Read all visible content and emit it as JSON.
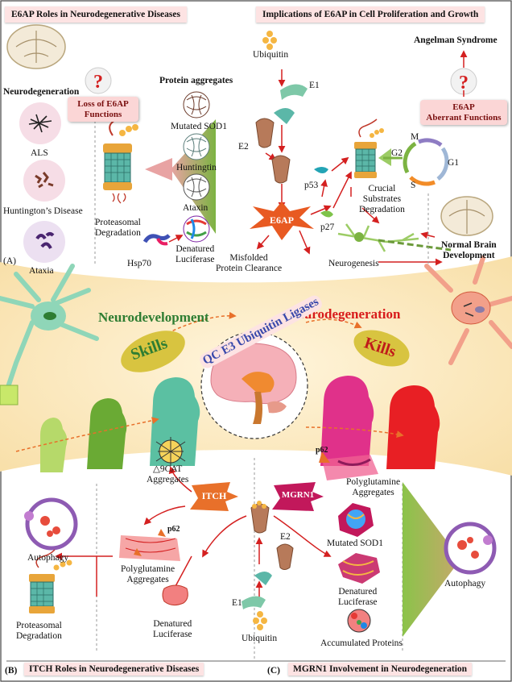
{
  "panelA": {
    "header_left": "E6AP Roles in Neurodegenerative Diseases",
    "header_right": "Implications of E6AP in Cell Proliferation and Growth",
    "neurodegeneration": "Neurodegeneration",
    "loss_box": [
      "Loss of E6AP",
      "Functions"
    ],
    "diseases": [
      "ALS",
      "Huntington’s Disease",
      "Ataxia"
    ],
    "protein_aggregates": "Protein aggregates",
    "aggregates": [
      "Mutated SOD1",
      "Huntingtin",
      "Ataxin"
    ],
    "denatured_luciferase": [
      "Denatured",
      "Luciferase"
    ],
    "hsp70": "Hsp70",
    "proteasomal_degradation": [
      "Proteasomal",
      "Degradation"
    ],
    "ubiquitin": "Ubiquitin",
    "e1": "E1",
    "e2": "E2",
    "e6ap": "E6AP",
    "p53": "p53",
    "p27": "p27",
    "misfolded": [
      "Misfolded",
      "Protein Clearance"
    ],
    "crucial": [
      "Crucial",
      "Substrates",
      "Degradation"
    ],
    "cycle": [
      "M",
      "G1",
      "S",
      "G2"
    ],
    "neurogenesis": "Neurogenesis",
    "normal_brain": [
      "Normal Brain",
      "Development"
    ],
    "angelman": "Angelman Syndrome",
    "aberrant_box": [
      "E6AP",
      "Aberrant Functions"
    ],
    "label": "(A)"
  },
  "middle": {
    "neurodevelopment": "Neurodevelopment",
    "neurodegeneration": "Neurodegeneration",
    "skills": "Skills",
    "kills": "Kills",
    "qc": "QC E3 Ubiquitin Ligases"
  },
  "panelB": {
    "d9cat": [
      "△9CAT",
      "Aggregates"
    ],
    "itch": "ITCH",
    "autophagy": "Autophagy",
    "p62": "p62",
    "polyglutamine": [
      "Polyglutamine",
      "Aggregates"
    ],
    "denatured": [
      "Denatured",
      "Luciferase"
    ],
    "proteasomal": [
      "Proteasomal",
      "Degradation"
    ],
    "footer": "ITCH Roles in Neurodegenerative Diseases",
    "label": "(B)"
  },
  "center": {
    "e1": "E1",
    "e2": "E2",
    "ubiquitin": "Ubiquitin"
  },
  "panelC": {
    "mgrn1": "MGRN1",
    "p62": "p62",
    "polyglutamine": [
      "Polyglutamine",
      "Aggregates"
    ],
    "mutated_sod1": "Mutated SOD1",
    "denatured": [
      "Denatured",
      "Luciferase"
    ],
    "accumulated": "Accumulated Proteins",
    "autophagy": "Autophagy",
    "footer": "MGRN1 Involvement  in Neurodegeneration",
    "label": "(C)"
  },
  "colors": {
    "band": "#fce9c4",
    "pink_header": "#fde3e3",
    "red_arrow": "#d42020",
    "green_text": "#2e7d32",
    "red_text": "#d81b1b",
    "orange_star": "#f07a3a",
    "teal_figure": "#5bc0a2",
    "magenta_figure": "#e0318a"
  }
}
